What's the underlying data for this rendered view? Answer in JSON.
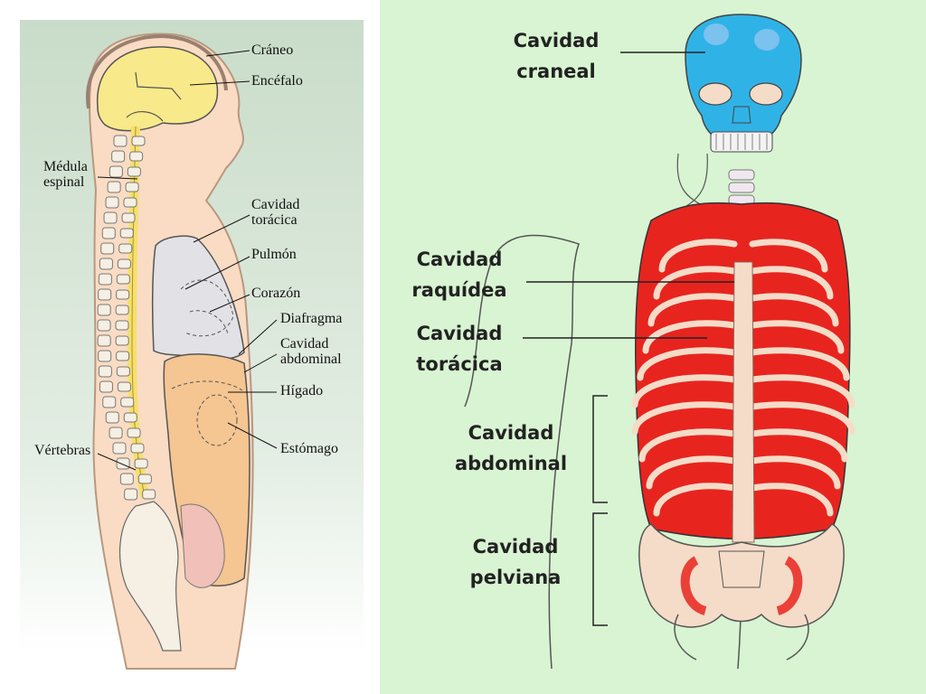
{
  "left_diagram": {
    "labels": {
      "craneo": "Cráneo",
      "encefalo": "Encéfalo",
      "medula_1": "Médula",
      "medula_2": "espinal",
      "toracica_1": "Cavidad",
      "toracica_2": "torácica",
      "pulmon": "Pulmón",
      "corazon": "Corazón",
      "diafragma": "Diafragma",
      "abdominal_1": "Cavidad",
      "abdominal_2": "abdominal",
      "higado": "Hígado",
      "estomago": "Estómago",
      "vertebras": "Vértebras"
    }
  },
  "right_diagram": {
    "labels": {
      "craneal_1": "Cavidad",
      "craneal_2": "craneal",
      "raquidea_1": "Cavidad",
      "raquidea_2": "raquídea",
      "toracica_1": "Cavidad",
      "toracica_2": "torácica",
      "abdominal_1": "Cavidad",
      "abdominal_2": "abdominal",
      "pelviana_1": "Cavidad",
      "pelviana_2": "pelviana"
    }
  },
  "colors": {
    "brain": "#f8e98a",
    "skin": "#f9dcc3",
    "thoracic": "#e2e2e6",
    "abdominal": "#f5c592",
    "skull": "#2fb3e6",
    "ribcage": "#e8241f",
    "bone": "#f5dcc8",
    "background_right": "#d8f4d2"
  }
}
